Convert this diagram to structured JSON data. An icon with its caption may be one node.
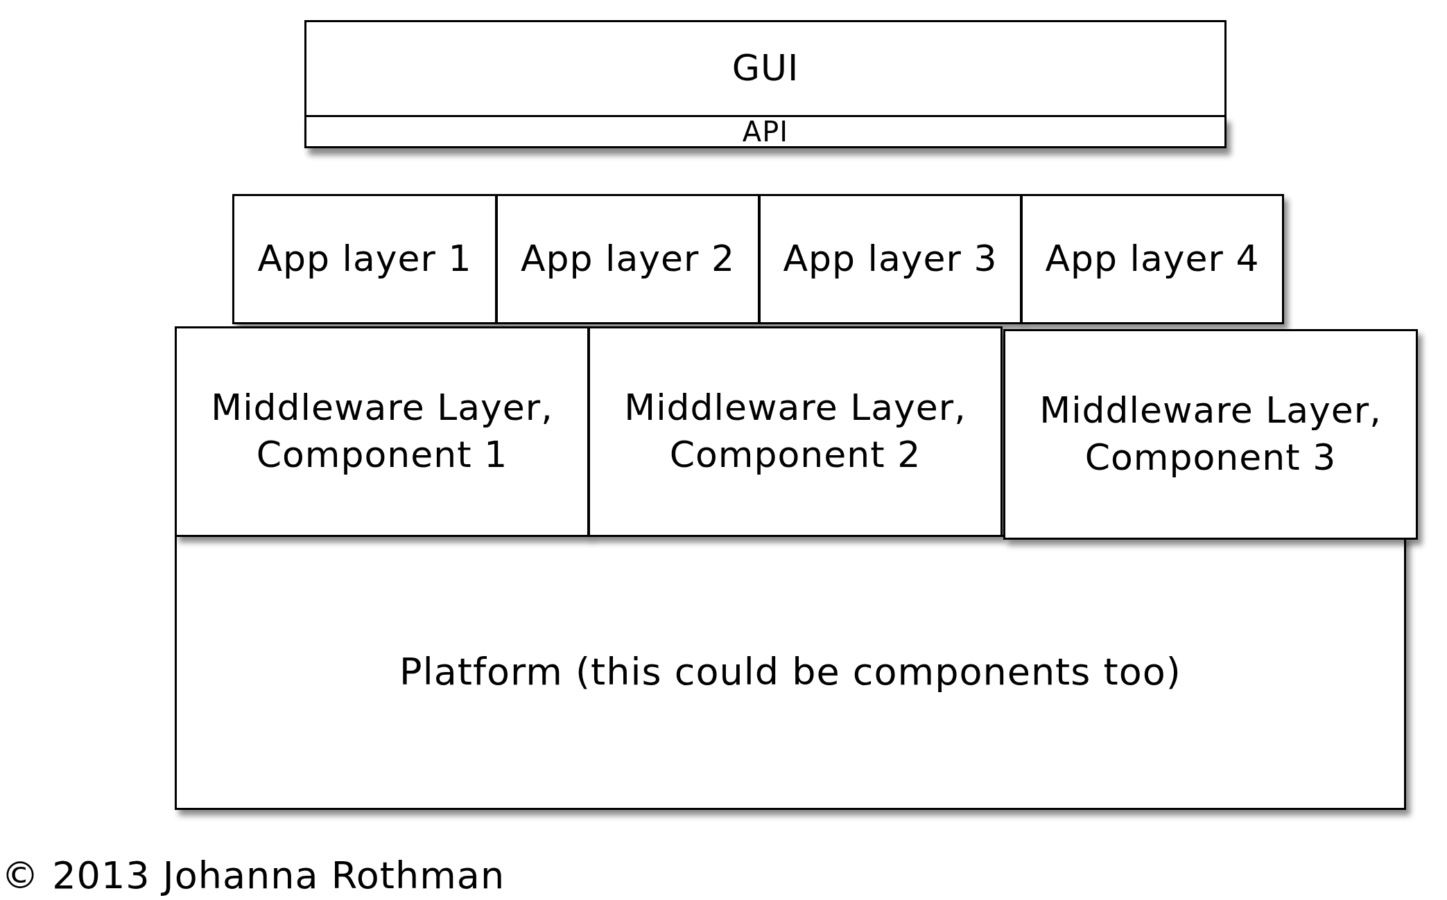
{
  "diagram": {
    "nodes": [
      {
        "text": [
          "GUI"
        ]
      },
      {
        "text": [
          "API"
        ]
      },
      {
        "text": [
          "App layer 1"
        ]
      },
      {
        "text": [
          "App layer 2"
        ]
      },
      {
        "text": [
          "App layer 3"
        ]
      },
      {
        "text": [
          "App layer 4"
        ]
      },
      {
        "text": [
          "Middleware Layer, Component 1"
        ]
      },
      {
        "text": [
          "Middleware Layer, Component 2"
        ]
      },
      {
        "text": [
          "Middleware Layer, Component 3"
        ]
      },
      {
        "text": [
          "Platform (this could be components too)"
        ]
      }
    ],
    "labels": [
      "© 2013 Johanna Rothman"
    ]
  }
}
